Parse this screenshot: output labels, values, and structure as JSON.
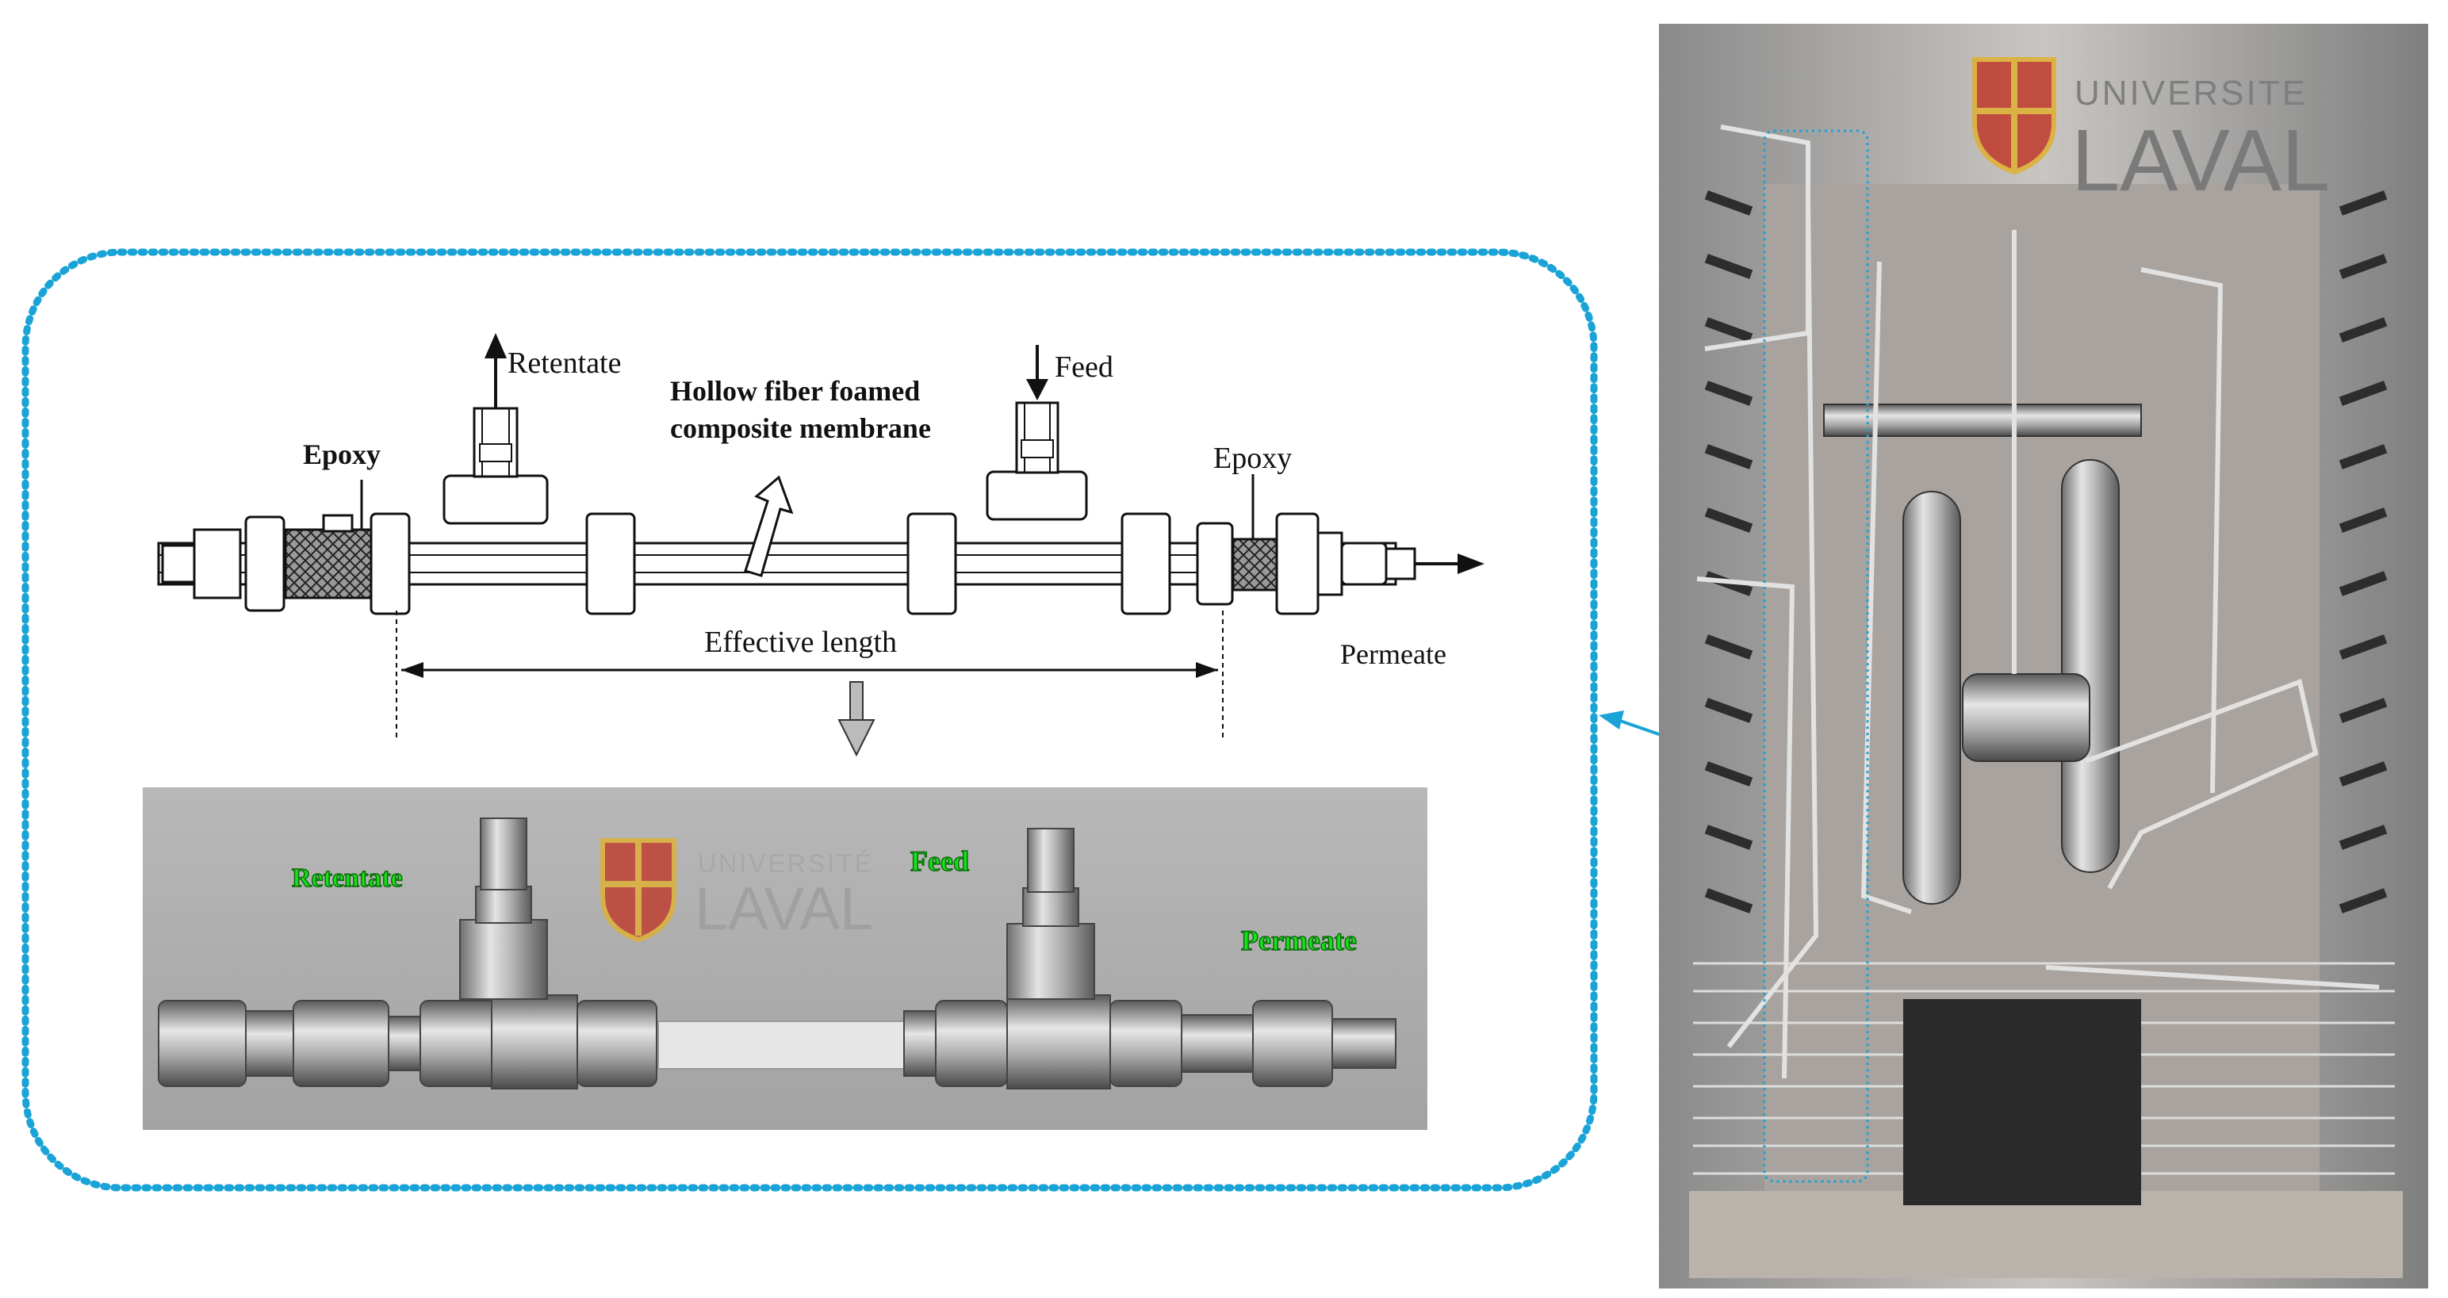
{
  "schematic": {
    "labels": {
      "retentate": "Retentate",
      "feed": "Feed",
      "epoxy_left": "Epoxy",
      "epoxy_right": "Epoxy",
      "membrane_line1": "Hollow fiber foamed",
      "membrane_line2": "composite membrane",
      "effective_length": "Effective length",
      "permeate": "Permeate"
    }
  },
  "module_photo": {
    "labels": {
      "retentate": "Retentate",
      "feed": "Feed",
      "permeate": "Permeate"
    },
    "logo_text_line1": "UNIVERSITÉ",
    "logo_text_line2": "LAVAL"
  },
  "oven_photo": {
    "logo_text_line1": "UNIVERSITE",
    "logo_text_line2": "LAVAL"
  },
  "colors": {
    "callout_border": "#1aa3d6",
    "photo_label_green": "#19e019",
    "schematic_ink": "#111111",
    "logo_red": "#c0392b",
    "logo_gold": "#e0b030"
  }
}
